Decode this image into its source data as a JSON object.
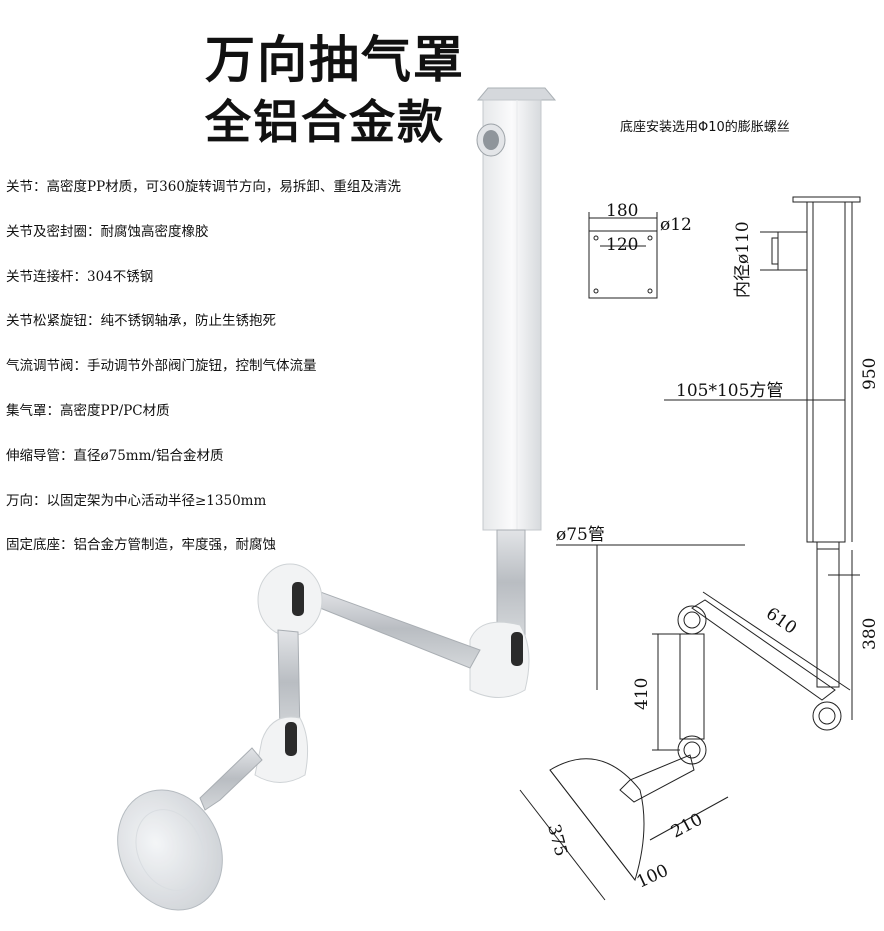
{
  "title": {
    "line1": "万向抽气罩",
    "line2": "全铝合金款"
  },
  "mount_note": "底座安装选用Φ10的膨胀螺丝",
  "features": [
    "关节：高密度PP材质，可360旋转调节方向，易拆卸、重组及清洗",
    "关节及密封圈：耐腐蚀高密度橡胶",
    "关节连接杆：304不锈钢",
    "关节松紧旋钮：纯不锈钢轴承，防止生锈抱死",
    "气流调节阀：手动调节外部阀门旋钮，控制气体流量",
    "集气罩：高密度PP/PC材质",
    "伸缩导管：直径ø75mm/铝合金材质",
    "万向：以固定架为中心活动半径≥1350mm",
    "固定底座：铝合金方管制造，牢度强，耐腐蚀"
  ],
  "dimensions": {
    "base_outer": "180",
    "base_inner": "120",
    "bolt_hole": "ø12",
    "inner_diameter": "内径ø110",
    "tube_length": "950",
    "square_tube": "105*105方管",
    "pipe": "ø75管",
    "arm_upper": "610",
    "drop": "380",
    "arm_mid": "410",
    "arm_lower": "210",
    "hood_diameter": "375",
    "hood_depth": "100"
  },
  "colors": {
    "aluminum": "#c9ccd0",
    "white_part": "#f4f5f6",
    "knob": "#2b2b2b",
    "line": "#222222"
  }
}
